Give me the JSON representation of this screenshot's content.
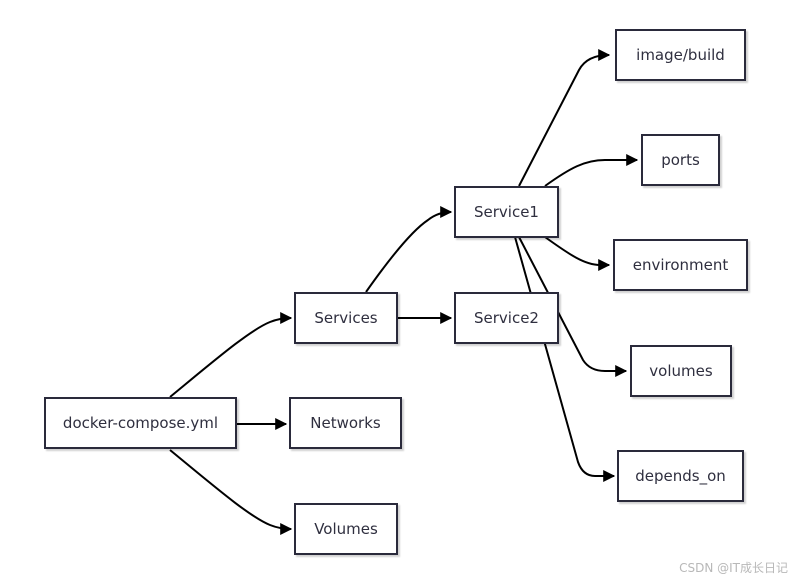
{
  "nodes": {
    "root": "docker-compose.yml",
    "services": "Services",
    "networks": "Networks",
    "volumes_top": "Volumes",
    "service1": "Service1",
    "service2": "Service2",
    "image_build": "image/build",
    "ports": "ports",
    "environment": "environment",
    "volumes_child": "volumes",
    "depends_on": "depends_on"
  },
  "watermark": "CSDN @IT成长日记"
}
